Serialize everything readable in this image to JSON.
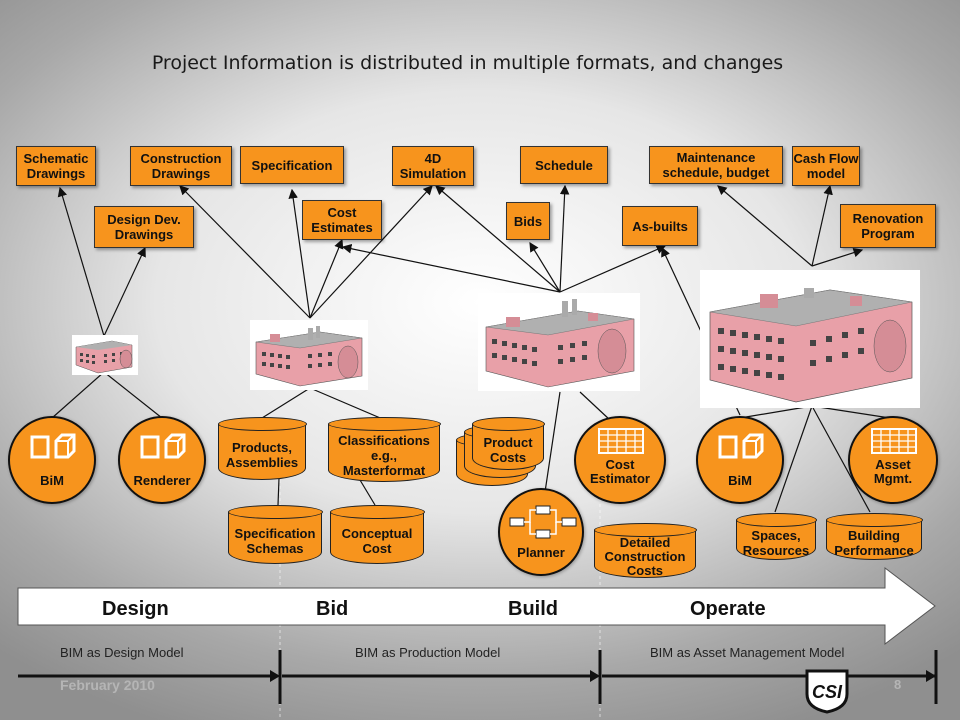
{
  "title": "Project Information is distributed in multiple formats, and changes",
  "outputs": {
    "schematic": "Schematic\nDrawings",
    "construction": "Construction\nDrawings",
    "specification": "Specification",
    "simulation_4d": "4D\nSimulation",
    "schedule": "Schedule",
    "maintenance": "Maintenance\nschedule, budget",
    "cashflow": "Cash Flow\nmodel",
    "design_dev": "Design Dev.\nDrawings",
    "cost_estimates": "Cost\nEstimates",
    "bids": "Bids",
    "as_builts": "As-builts",
    "renovation": "Renovation\nProgram"
  },
  "tools": {
    "bim_1": "BiM",
    "renderer": "Renderer",
    "products": "Products,\nAssemblies",
    "classifications": "Classifications\ne.g.,\nMasterformat",
    "spec_schemas": "Specification\nSchemas",
    "conceptual_cost": "Conceptual\nCost",
    "product_costs": "Product\nCosts",
    "cost_estimator": "Cost\nEstimator",
    "planner": "Planner",
    "detailed_costs": "Detailed\nConstruction\nCosts",
    "bim_2": "BiM",
    "asset_mgmt": "Asset\nMgmt.",
    "spaces": "Spaces,\nResources",
    "building_perf": "Building\nPerformance"
  },
  "phases": [
    "Design",
    "Bid",
    "Build",
    "Operate"
  ],
  "models": [
    "BIM as Design Model",
    "BIM as Production Model",
    "BIM as Asset Management Model"
  ],
  "footer": {
    "date": "February 2010",
    "page": "8"
  },
  "logo_text": "CSI",
  "colors": {
    "accent": "#f7941d",
    "building": "#e8a0a8",
    "roof": "#a8a8a8"
  }
}
